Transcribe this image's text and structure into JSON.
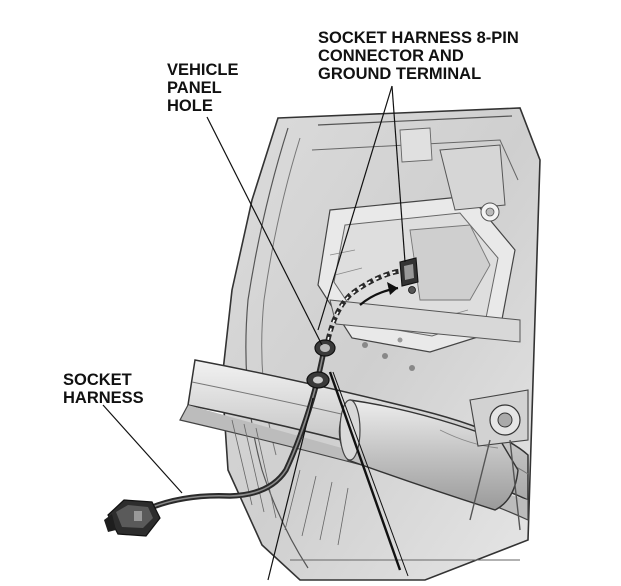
{
  "labels": {
    "socket_connector": [
      "SOCKET HARNESS 8-PIN",
      "CONNECTOR AND",
      "GROUND TERMINAL"
    ],
    "vehicle_panel_hole": [
      "VEHICLE",
      "PANEL",
      "HOLE"
    ],
    "socket_harness": [
      "SOCKET",
      "HARNESS"
    ]
  },
  "colors": {
    "ink": "#111111",
    "body_shade": "#d4d4d4",
    "body_light": "#ececec",
    "harness": "#2a2a2a"
  }
}
